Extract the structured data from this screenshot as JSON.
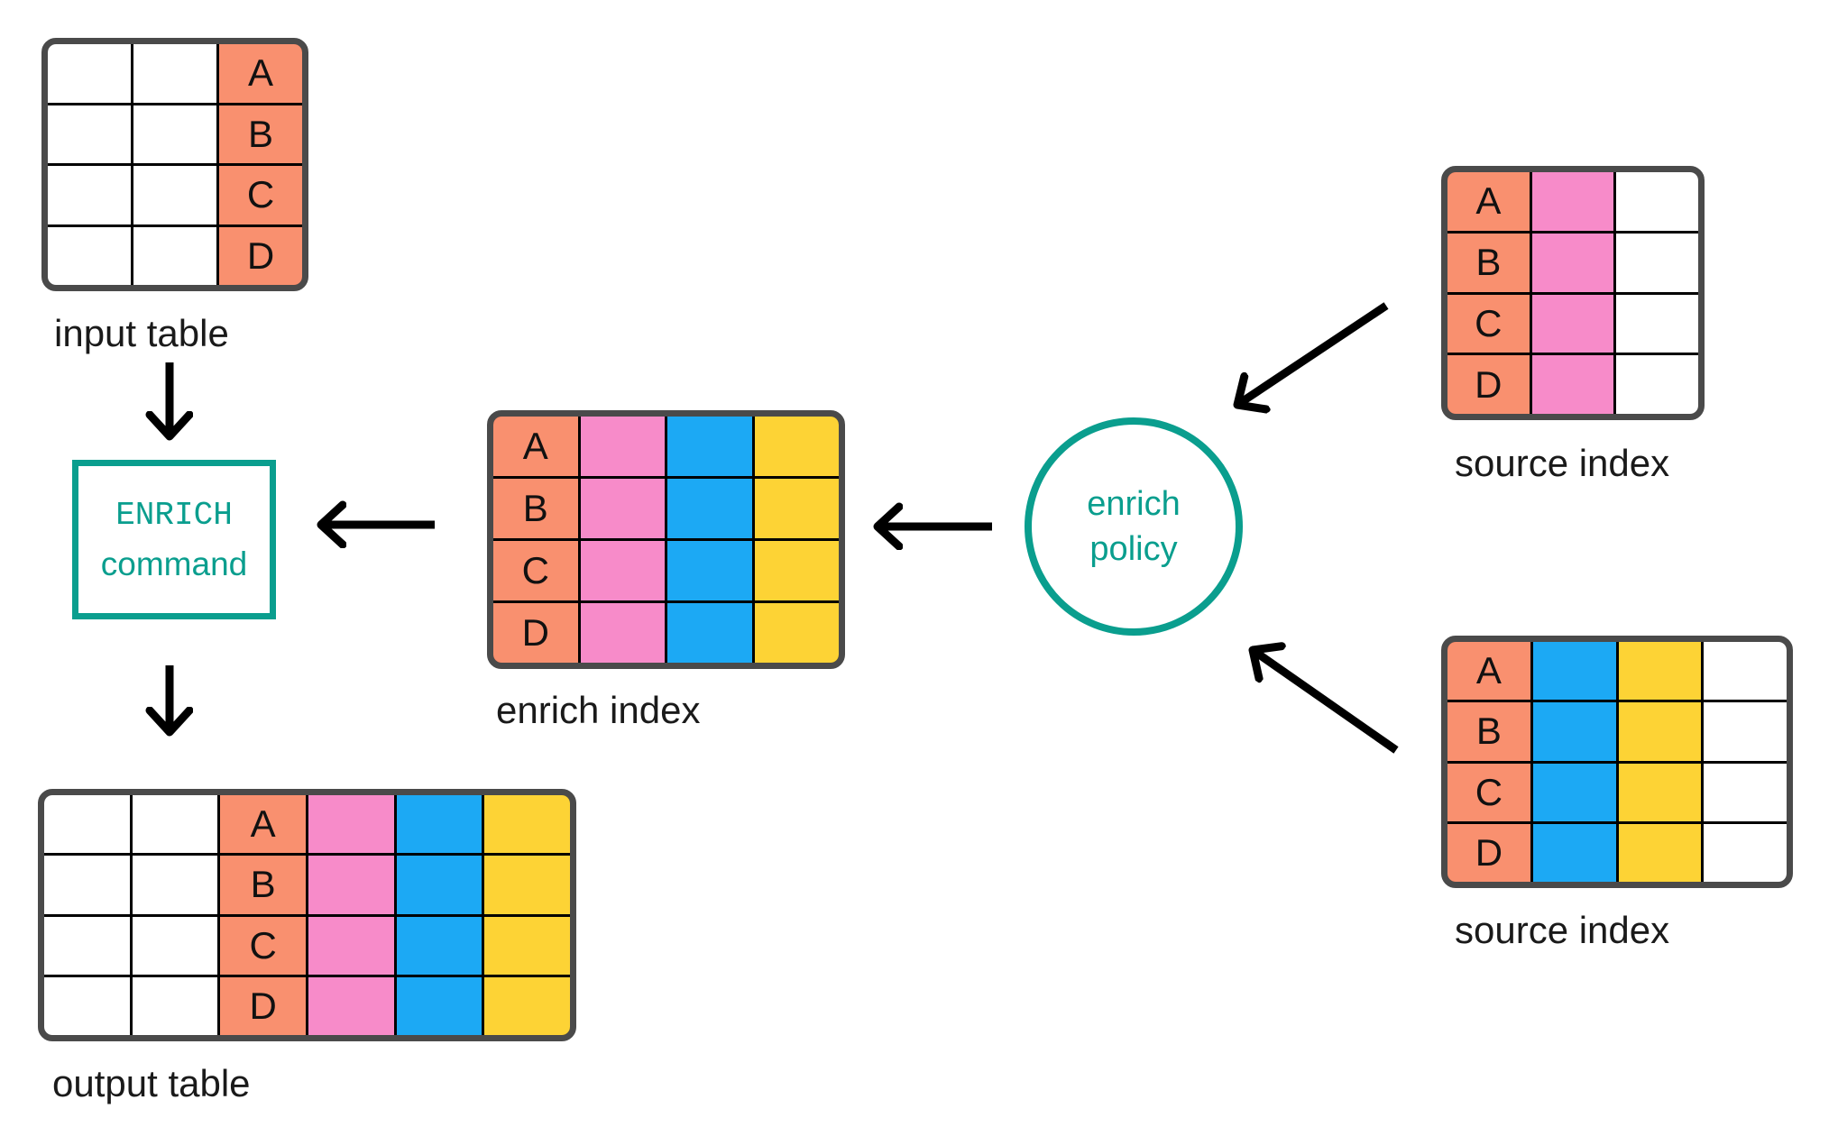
{
  "colors": {
    "salmon": "#F9906F",
    "pink": "#F78BC9",
    "blue": "#1CA9F4",
    "yellow": "#FDD335",
    "teal": "#0A9E8E",
    "table_border": "#4A4A4A",
    "grid_line": "#000000",
    "arrow": "#000000",
    "text": "#1A1A1A"
  },
  "tables": {
    "input": {
      "label": "input table",
      "keys": [
        "A",
        "B",
        "C",
        "D"
      ],
      "rows": 4,
      "columns": [
        "white",
        "white",
        "salmon-key"
      ]
    },
    "enrich_index": {
      "label": "enrich index",
      "keys": [
        "A",
        "B",
        "C",
        "D"
      ],
      "rows": 4,
      "columns": [
        "salmon-key",
        "pink",
        "blue",
        "yellow"
      ]
    },
    "source_top": {
      "label": "source index",
      "keys": [
        "A",
        "B",
        "C",
        "D"
      ],
      "rows": 4,
      "columns": [
        "salmon-key",
        "pink",
        "white"
      ]
    },
    "source_bottom": {
      "label": "source index",
      "keys": [
        "A",
        "B",
        "C",
        "D"
      ],
      "rows": 4,
      "columns": [
        "salmon-key",
        "blue",
        "yellow",
        "white"
      ]
    },
    "output": {
      "label": "output table",
      "keys": [
        "A",
        "B",
        "C",
        "D"
      ],
      "rows": 4,
      "columns": [
        "white",
        "white",
        "salmon-key",
        "pink",
        "blue",
        "yellow"
      ]
    }
  },
  "nodes": {
    "enrich_command": {
      "line1": "ENRICH",
      "line2": "command"
    },
    "enrich_policy": {
      "line1": "enrich",
      "line2": "policy"
    }
  },
  "edges": [
    {
      "from": "input table",
      "to": "ENRICH command"
    },
    {
      "from": "enrich index",
      "to": "ENRICH command"
    },
    {
      "from": "ENRICH command",
      "to": "output table"
    },
    {
      "from": "enrich policy",
      "to": "enrich index"
    },
    {
      "from": "source index (top)",
      "to": "enrich policy"
    },
    {
      "from": "source index (bottom)",
      "to": "enrich policy"
    }
  ]
}
